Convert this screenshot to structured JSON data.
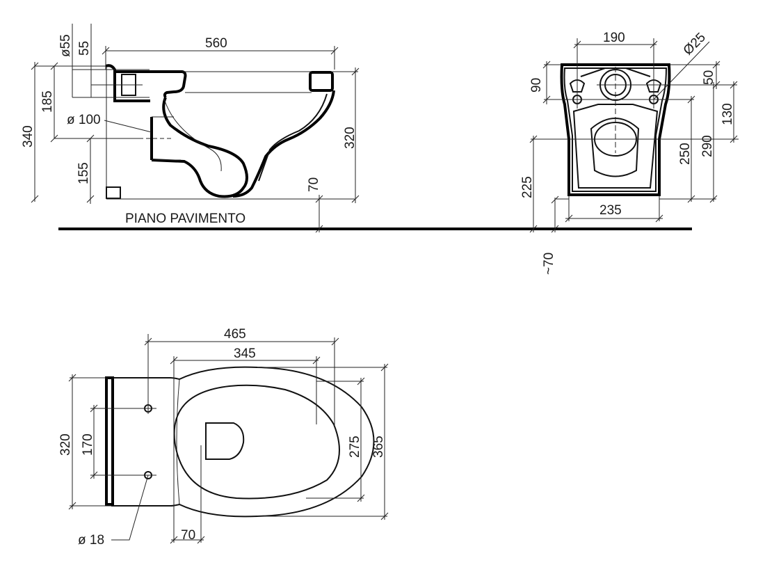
{
  "side_view": {
    "dims": {
      "d560": "560",
      "d_o55": "ø55",
      "d55": "55",
      "d185": "185",
      "d340": "340",
      "d_o100": "ø 100",
      "d155": "155",
      "d320": "320",
      "d70": "70"
    },
    "floor_label": "PIANO PAVIMENTO"
  },
  "front_view": {
    "dims": {
      "d190": "190",
      "d_o25": "Ø25",
      "d90": "90",
      "d50": "50",
      "d130": "130",
      "d250": "250",
      "d290": "290",
      "d225": "225",
      "d235": "235",
      "d_approx70": "~70"
    }
  },
  "top_view": {
    "dims": {
      "d465": "465",
      "d345": "345",
      "d320": "320",
      "d170": "170",
      "d275": "275",
      "d365": "365",
      "d_o18": "ø 18",
      "d70": "70"
    }
  }
}
